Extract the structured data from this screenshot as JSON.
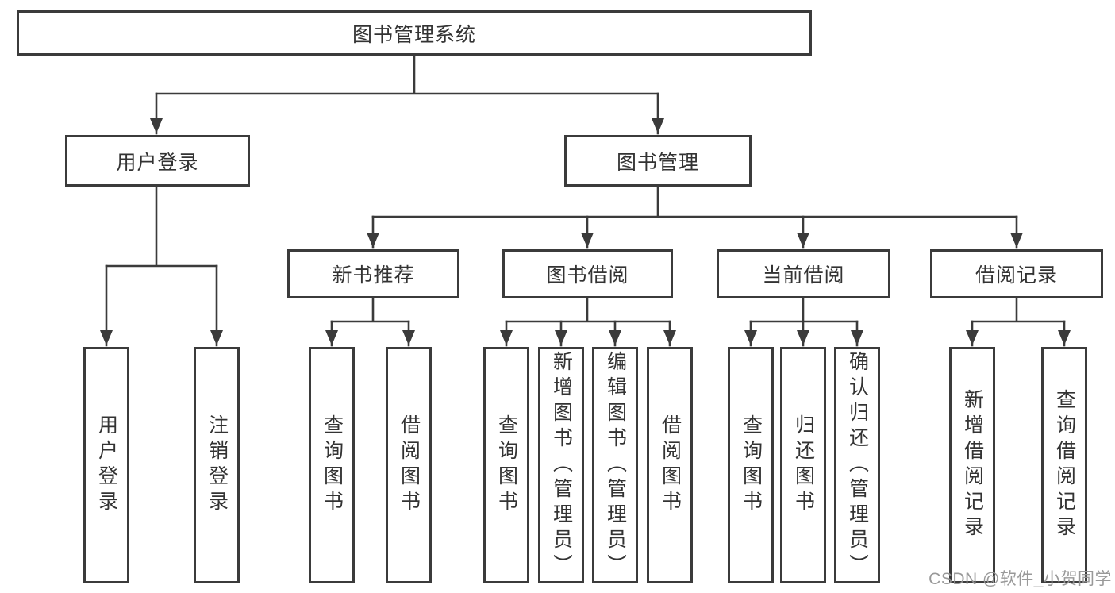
{
  "diagram": {
    "root": {
      "label": "图书管理系统"
    },
    "level2": [
      {
        "label": "用户登录"
      },
      {
        "label": "图书管理"
      }
    ],
    "level3": [
      {
        "label": "新书推荐"
      },
      {
        "label": "图书借阅"
      },
      {
        "label": "当前借阅"
      },
      {
        "label": "借阅记录"
      }
    ],
    "leaves": [
      {
        "label": "用户登录"
      },
      {
        "label": "注销登录"
      },
      {
        "label": "查询图书"
      },
      {
        "label": "借阅图书"
      },
      {
        "label": "查询图书"
      },
      {
        "label": "新增图书（管理员）"
      },
      {
        "label": "编辑图书（管理员）"
      },
      {
        "label": "借阅图书"
      },
      {
        "label": "查询图书"
      },
      {
        "label": "归还图书"
      },
      {
        "label": "确认归还（管理员）"
      },
      {
        "label": "新增借阅记录"
      },
      {
        "label": "查询借阅记录"
      }
    ]
  },
  "watermark": {
    "text": "CSDN @软件_小贺同学"
  },
  "colors": {
    "line": "#3b3b3b",
    "text": "#333333",
    "watermark": "#949494",
    "background": "#ffffff"
  }
}
